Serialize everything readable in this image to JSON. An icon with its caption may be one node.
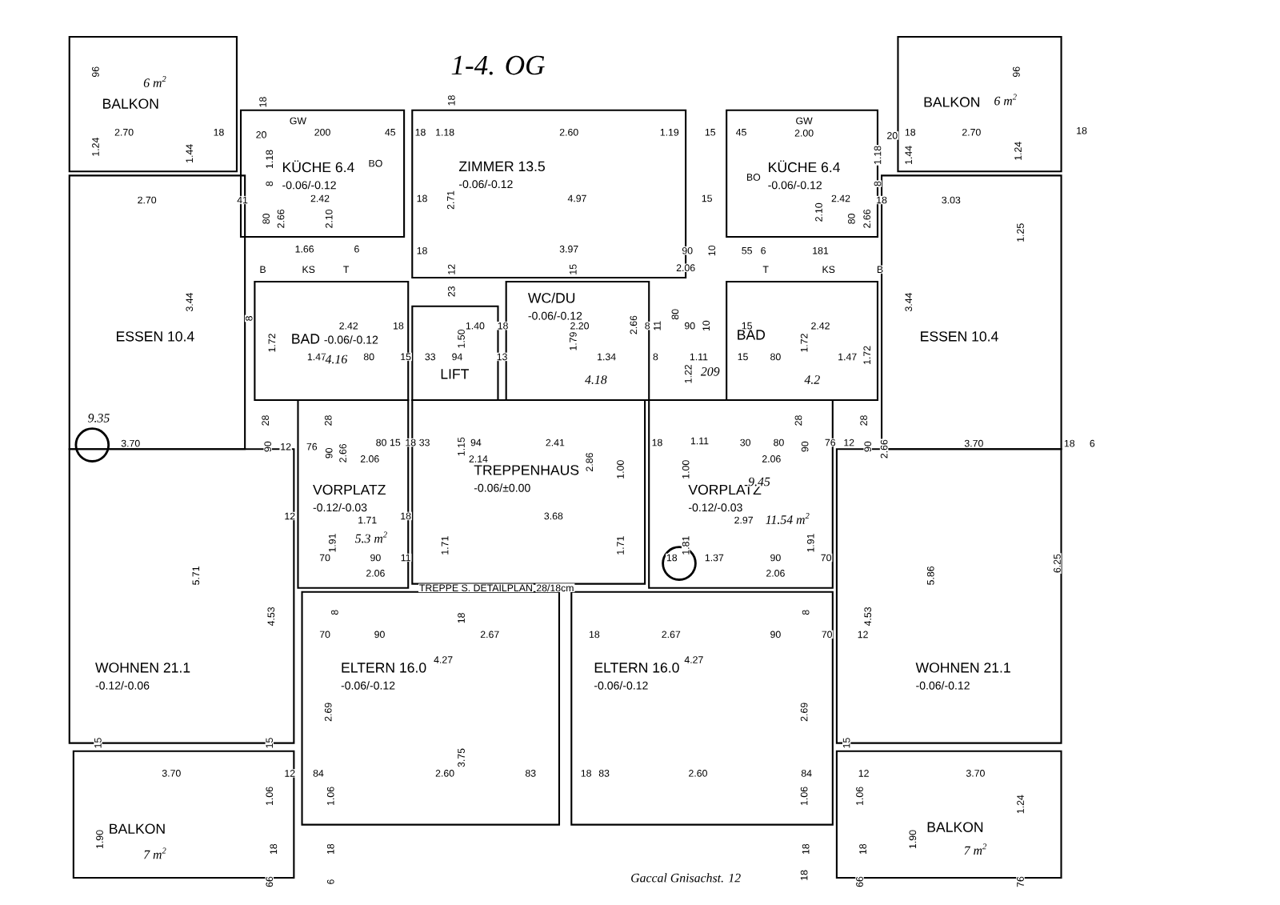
{
  "diagram": {
    "nodes": [
      {
        "text": [
          "BALKON"
        ]
      },
      {
        "text": [
          "KÜCHE 6.4",
          "-0.06/-0.12"
        ]
      },
      {
        "text": [
          "ZIMMER 13.5",
          "-0.06/-0.12"
        ]
      },
      {
        "text": [
          "KÜCHE 6.4",
          "-0.06/-0.12"
        ]
      },
      {
        "text": [
          "BALKON"
        ]
      },
      {
        "text": [
          "ESSEN 10.4"
        ]
      },
      {
        "text": [
          "BAD",
          "-0.06/-0.12"
        ]
      },
      {
        "text": [
          "LIFT"
        ]
      },
      {
        "text": [
          "WC/DU",
          "-0.06/-0.12"
        ]
      },
      {
        "text": [
          "BAD"
        ]
      },
      {
        "text": [
          "ESSEN 10.4"
        ]
      },
      {
        "text": [
          "VORPLATZ",
          "-0.12/-0.03"
        ]
      },
      {
        "text": [
          "TREPPENHAUS",
          "-0.06/±0.00"
        ]
      },
      {
        "text": [
          "VORPLATZ",
          "-0.12/-0.03"
        ]
      },
      {
        "text": [
          "WOHNEN 21.1",
          "-0.12/-0.06"
        ]
      },
      {
        "text": [
          "ELTERN 16.0",
          "-0.06/-0.12"
        ]
      },
      {
        "text": [
          "ELTERN 16.0",
          "-0.06/-0.12"
        ]
      },
      {
        "text": [
          "WOHNEN 21.1",
          "-0.06/-0.12"
        ]
      },
      {
        "text": [
          "BALKON"
        ]
      },
      {
        "text": [
          "BALKON"
        ]
      }
    ],
    "labels": [
      "1-4. OG",
      "96",
      "6 m$^{2}$",
      "96",
      "18",
      "18",
      "6 m$^{2}$",
      "2.70",
      "18",
      "20",
      "GW",
      "200",
      "45",
      "18",
      "1.18",
      "2.60",
      "1.19",
      "15",
      "45",
      "GW",
      "2.00",
      "20",
      "18",
      "2.70",
      "18",
      "1.24",
      "1.44",
      "1.18",
      "BO",
      "BO",
      "1.18",
      "1.44",
      "1.24",
      "8",
      "8",
      "2.71",
      "2.70",
      "41",
      "2.42",
      "18",
      "4.97",
      "15",
      "2.10",
      "2.42",
      "18",
      "3.03",
      "80",
      "2.66",
      "2.10",
      "80",
      "2.66",
      "1.25",
      "1.66",
      "6",
      "18",
      "3.97",
      "90",
      "10",
      "55",
      "6",
      "181",
      "B",
      "KS",
      "T",
      "12",
      "15",
      "2.06",
      "T",
      "KS",
      "B",
      "23",
      "3.44",
      "3.44",
      "8",
      "2.42",
      "18",
      "1.40",
      "18",
      "2.20",
      "80",
      "2.66",
      "8",
      "11",
      "90",
      "10",
      "15",
      "2.42",
      "1.72",
      "1.50",
      "1.79",
      "1.72",
      "1.72",
      "1.47",
      "4.16",
      "80",
      "15",
      "33",
      "94",
      "13",
      "1.34",
      "8",
      "1.11",
      "15",
      "80",
      "1.47",
      "4.18",
      "1.22",
      "209",
      "4.2",
      "9.35",
      "28",
      "28",
      "28",
      "28",
      "3.70",
      "90",
      "12",
      "76",
      "90",
      "2.66",
      "80",
      "15",
      "18",
      "33",
      "1.15",
      "94",
      "2.41",
      "18",
      "1.11",
      "30",
      "80",
      "90",
      "76",
      "12",
      "90",
      "2.66",
      "3.70",
      "18",
      "6",
      "2.06",
      "2.14",
      "2.86",
      "1.00",
      "1.00",
      "2.06",
      "9.45",
      "12",
      "1.71",
      "18",
      "3.68",
      "2.97",
      "11.54 m$^{2}$",
      "5.3 m$^{2}$",
      "1.91",
      "1.71",
      "1.71",
      "1.81",
      "1.91",
      "5.71",
      "5.86",
      "6.25",
      "70",
      "90",
      "11",
      "18",
      "1.37",
      "90",
      "70",
      "2.06",
      "2.06",
      "TREPPE S. DETAILPLAN",
      "28/18cm",
      "4.53",
      "4.53",
      "8",
      "18",
      "8",
      "70",
      "90",
      "2.67",
      "18",
      "2.67",
      "90",
      "70",
      "12",
      "4.27",
      "4.27",
      "2.69",
      "2.69",
      "3.75",
      "15",
      "15",
      "15",
      "3.70",
      "12",
      "84",
      "2.60",
      "83",
      "18",
      "83",
      "2.60",
      "84",
      "12",
      "3.70",
      "1.06",
      "1.06",
      "1.06",
      "1.06",
      "1.24",
      "1.90",
      "1.90",
      "7 m$^{2}$",
      "18",
      "18",
      "18",
      "18",
      "7 m$^{2}$",
      "66",
      "6",
      "18",
      "66",
      "76",
      "Gaccal Gnisachst. 12"
    ]
  }
}
